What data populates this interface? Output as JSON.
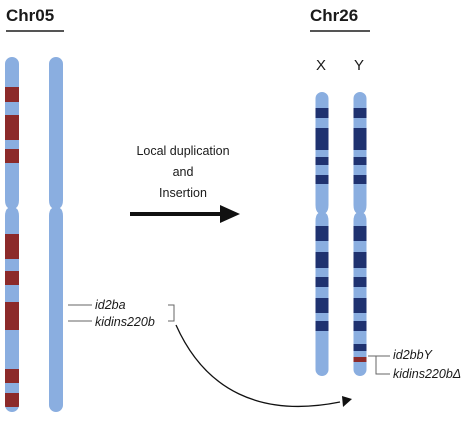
{
  "left_panel": {
    "title": "Chr05"
  },
  "right_panel": {
    "title": "Chr26",
    "chrom_labels": [
      "X",
      "Y"
    ]
  },
  "process_label": [
    "Local duplication",
    "and",
    "Insertion"
  ],
  "genes_left": [
    "id2ba",
    "kidins220b"
  ],
  "genes_right": [
    "id2bbY",
    "kidins220bΔ"
  ],
  "colors": {
    "chromosome": "#8aaee0",
    "chr05_band": "#8c2a2a",
    "chr26_band": "#1f3270",
    "insert_band": "#8c2a2a",
    "arrow": "#111111",
    "bracket": "#666666"
  }
}
